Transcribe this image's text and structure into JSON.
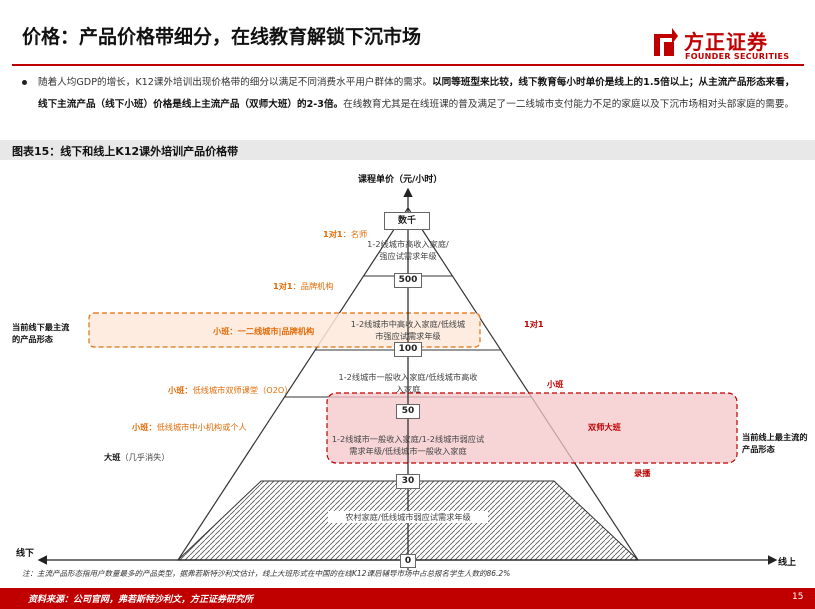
{
  "header": {
    "title": "价格：产品价格带细分，在线教育解锁下沉市场",
    "logo_cn": "方正证券",
    "logo_en": "FOUNDER SECURITIES"
  },
  "intro": {
    "p1": "随着人均GDP的增长，K12课外培训出现价格带的细分以满足不同消费水平用户群体的需求。",
    "p2": "以同等班型来比较，线下教育每小时单价是线上的1.5倍以上；从主流产品形态来看，线下主流产品（线下小班）价格是线上主流产品（双师大班）的2-3倍。",
    "p3": "在线教育尤其是在线班课的普及满足了一二线城市支付能力不足的家庭以及下沉市场相对头部家庭的需要。"
  },
  "figure": {
    "title": "图表15：线下和线上K12课外培训产品价格带"
  },
  "diagram": {
    "y_axis_label": "课程单价（元/小时）",
    "x_left_label": "线下",
    "x_right_label": "线上",
    "price_levels": [
      "数千",
      "500",
      "100",
      "50",
      "30",
      "0"
    ],
    "tier_texts": {
      "top": "1-2线城市高收入家庭/强应试需求年级",
      "upper": "1-2线城市中高收入家庭/低线城市强应试需求年级",
      "middle": "1-2线城市一般收入家庭/低线城市高收入家庭",
      "lower": "1-2线城市一般收入家庭/1-2线城市弱应试需求年级/低线城市一般收入家庭",
      "bottom": "农村家庭/低线城市弱应试需求年级"
    },
    "offline": {
      "one_on_one_master_num": "1对1",
      "one_on_one_master_text": "：名师",
      "one_on_one_brand_num": "1对1",
      "one_on_one_brand_text": "：品牌机构",
      "small_class_main": "小班：一二线城市|品牌机构",
      "small_class_o2o_head": "小班：",
      "small_class_o2o_text": "低线城市双师课堂（O2O）",
      "small_class_small_head": "小班：",
      "small_class_small_text": "低线城市中小机构或个人",
      "big_class_head": "大班",
      "big_class_text": "（几乎消失）",
      "mainstream_note": "当前线下最主流的产品形态"
    },
    "online": {
      "one_on_one": "1对1",
      "small_class": "小班",
      "dual_teacher": "双师大班",
      "recorded": "录播",
      "mainstream_note": "当前线上最主流的产品形态"
    }
  },
  "footnote": "注：主流产品形态指用户数量最多的产品类型，据弗若斯特沙利文估计，线上大班形式在中国的在线K12课后辅导市场中占总报名学生人数的86.2%",
  "footer": {
    "source": "资料来源：公司官网，弗若斯特沙利文，方正证券研究所",
    "page": "15"
  },
  "colors": {
    "brand_red": "#c00000",
    "offline_orange": "#e36c09",
    "offline_band_fill": "#fde9d9",
    "online_band_fill": "#f4c7ca",
    "header_grey": "#e8e8e8"
  }
}
